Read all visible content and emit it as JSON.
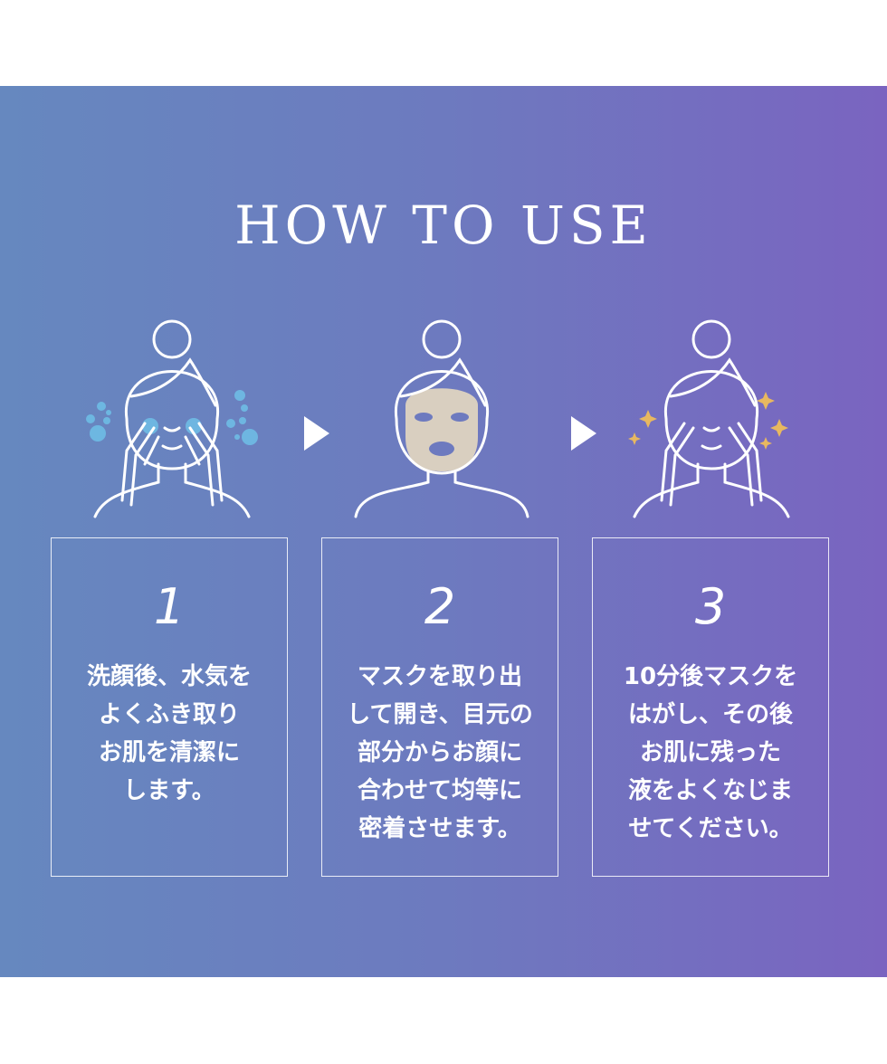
{
  "title": "HOW TO USE",
  "steps": [
    {
      "number": "1",
      "text": "洗顔後、水気を\nよくふき取り\nお肌を清潔に\nします。"
    },
    {
      "number": "2",
      "text": "マスクを取り出\nして開き、目元の\n部分からお顔に\n合わせて均等に\n密着させます。"
    },
    {
      "number": "3",
      "text": "10分後マスクを\nはがし、その後\nお肌に残った\n液をよくなじま\nせてください。"
    }
  ],
  "colors": {
    "bubble": "#6fc0e8",
    "mask": "#d9cfc0",
    "sparkle": "#e8b860"
  }
}
